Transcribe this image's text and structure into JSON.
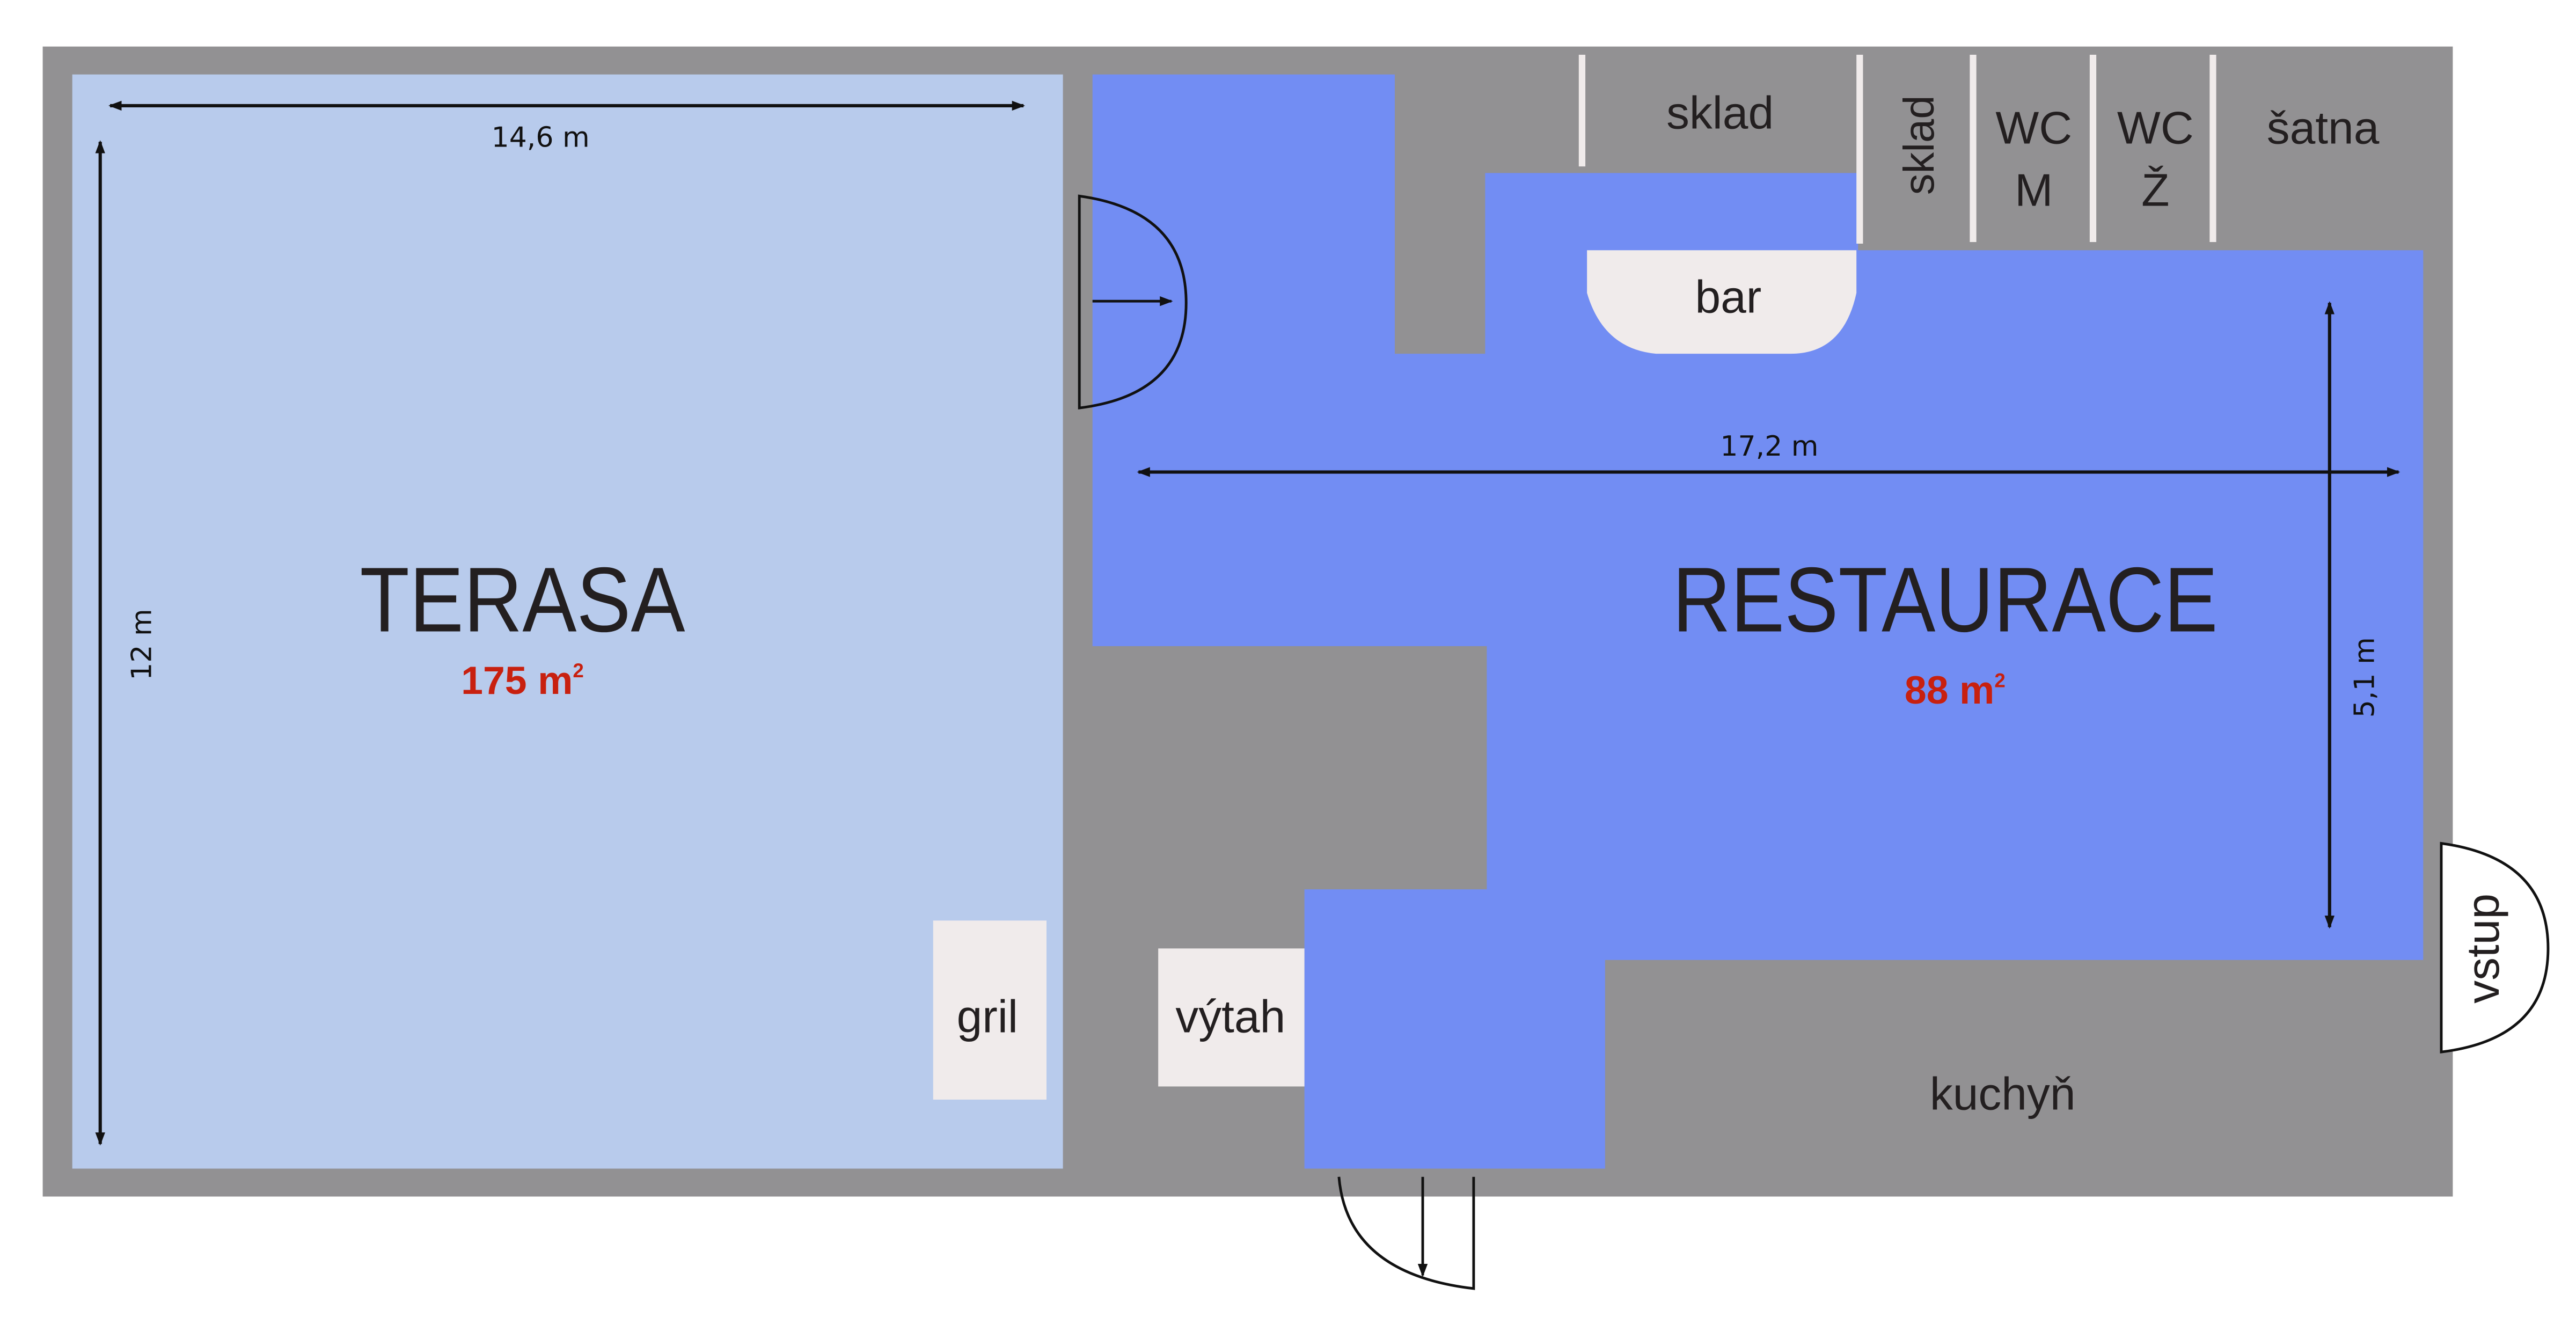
{
  "colors": {
    "outer": "#929193",
    "terasa": "#b8cbec",
    "restaurace": "#728df3",
    "fixture": "#f0ebeb",
    "area_text": "#c8200f"
  },
  "rooms": {
    "terasa": {
      "name": "TERASA",
      "area": "175 m",
      "area_sup": "2"
    },
    "restaurace": {
      "name": "RESTAURACE",
      "area": "88 m",
      "area_sup": "2"
    },
    "sklad1": "sklad",
    "sklad2": "sklad",
    "wc_m": {
      "line1": "WC",
      "line2": "M"
    },
    "wc_z": {
      "line1": "WC",
      "line2": "Ž"
    },
    "satna": "šatna",
    "kuchyn": "kuchyň",
    "bar": "bar",
    "gril": "gril",
    "vytah": "výtah",
    "vstup": "vstup"
  },
  "dimensions": {
    "terasa_width": "14,6 m",
    "terasa_height": "12 m",
    "restaurace_width": "17,2 m",
    "restaurace_height": "5,1 m"
  }
}
